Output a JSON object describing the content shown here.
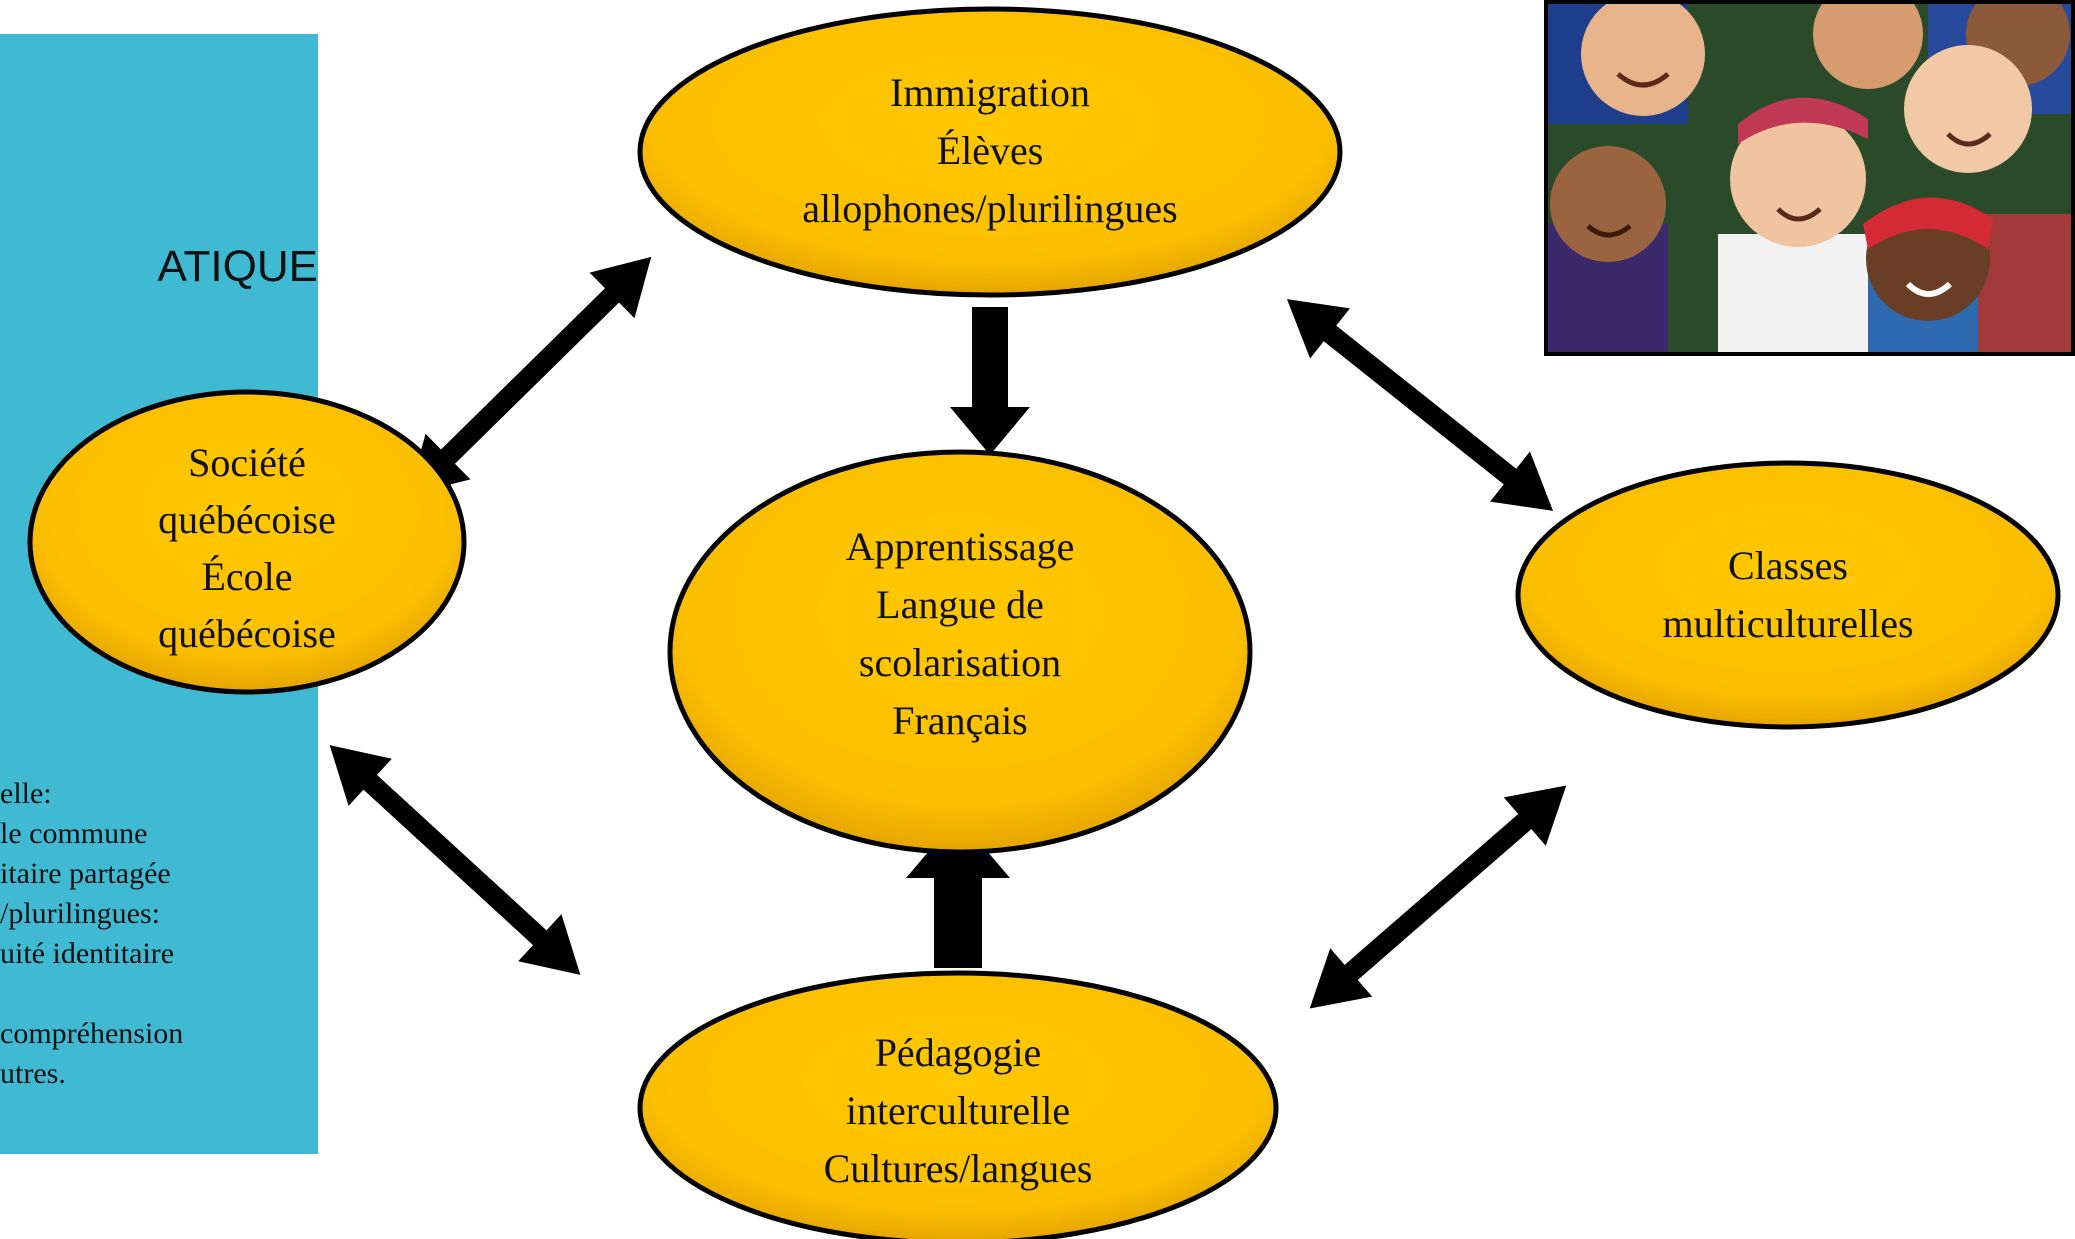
{
  "side_panel": {
    "heading": "ATIQUE",
    "body_lines": [
      "elle:",
      "le commune",
      "itaire partagée",
      "/plurilingues:",
      "uité identitaire",
      "",
      " compréhension",
      "utres."
    ],
    "background_color": "#40b9d2"
  },
  "nodes": {
    "immigration": [
      "Immigration",
      "Élèves",
      "allophones/plurilingues"
    ],
    "societe": [
      "Société",
      "québécoise",
      "École",
      "québécoise"
    ],
    "apprentissage": [
      "Apprentissage",
      "Langue de",
      "scolarisation",
      "Français"
    ],
    "classes": [
      "Classes",
      "multiculturelles"
    ],
    "pedagogie": [
      "Pédagogie",
      "interculturelle",
      "Cultures/langues"
    ]
  },
  "colors": {
    "node_fill": "#fbbf00",
    "node_fill_dark": "#e6a400",
    "node_stroke": "#000000",
    "arrow": "#000000"
  },
  "photo": {
    "icon": "children-group-photo"
  }
}
